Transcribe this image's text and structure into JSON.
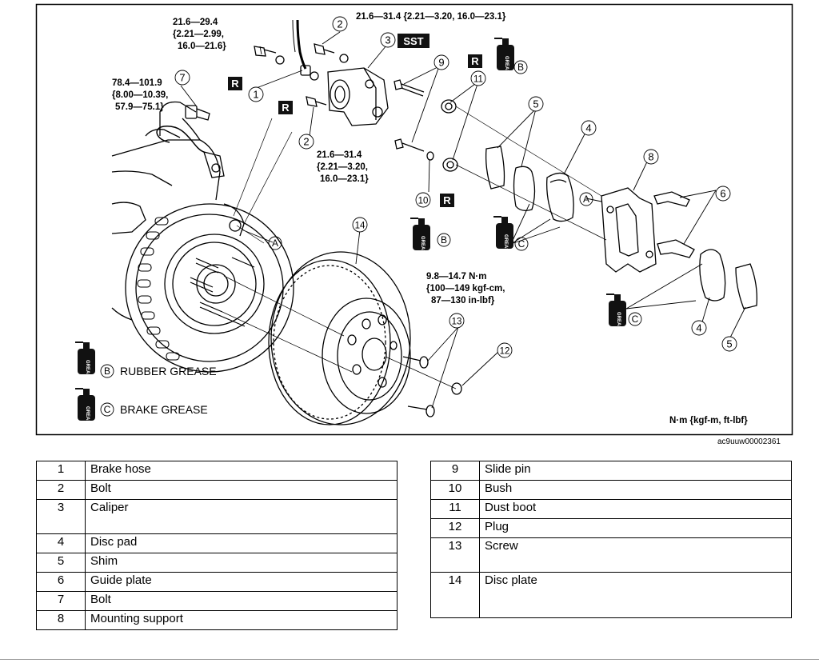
{
  "diagram": {
    "torques": {
      "t_hose_bolt": [
        "21.6—29.4",
        "{2.21—2.99,",
        "16.0—21.6}"
      ],
      "t_top": "21.6—31.4 {2.21—3.20, 16.0—23.1}",
      "t_bolt7": [
        "78.4—101.9",
        "{8.00—10.39,",
        "57.9—75.1}"
      ],
      "t_mid": [
        "21.6—31.4",
        "{2.21—3.20,",
        "16.0—23.1}"
      ],
      "t_nm": [
        "9.8—14.7 N·m",
        "{100—149 kgf-cm,",
        "87—130 in-lbf}"
      ]
    },
    "sst_label": "SST",
    "r_label": "R",
    "grease_text": "GREASE",
    "letters": {
      "A": "A",
      "B": "B",
      "C": "C"
    },
    "legend": {
      "rubber": "RUBBER GREASE",
      "brake": "BRAKE GREASE"
    },
    "unit_note": "N·m {kgf-m, ft-lbf}",
    "image_code": "ac9uuw00002361",
    "callouts": [
      "1",
      "2",
      "3",
      "4",
      "5",
      "6",
      "7",
      "8",
      "9",
      "10",
      "11",
      "12",
      "13",
      "14"
    ]
  },
  "parts_left": [
    {
      "num": "1",
      "name": "Brake hose"
    },
    {
      "num": "2",
      "name": "Bolt"
    },
    {
      "num": "3",
      "name": "Caliper"
    },
    {
      "num": "4",
      "name": "Disc pad"
    },
    {
      "num": "5",
      "name": "Shim"
    },
    {
      "num": "6",
      "name": "Guide plate"
    },
    {
      "num": "7",
      "name": "Bolt"
    },
    {
      "num": "8",
      "name": "Mounting support"
    }
  ],
  "parts_right": [
    {
      "num": "9",
      "name": "Slide pin"
    },
    {
      "num": "10",
      "name": "Bush"
    },
    {
      "num": "11",
      "name": "Dust boot"
    },
    {
      "num": "12",
      "name": "Plug"
    },
    {
      "num": "13",
      "name": "Screw"
    },
    {
      "num": "14",
      "name": "Disc plate"
    }
  ]
}
